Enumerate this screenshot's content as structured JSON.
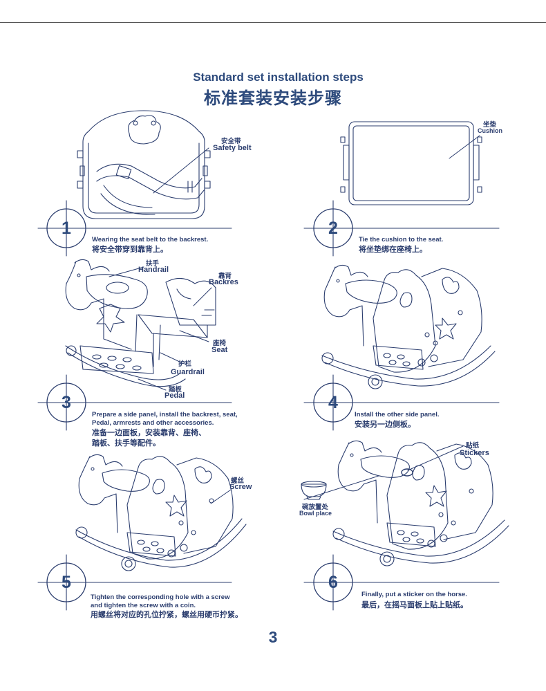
{
  "header": {
    "title_en": "Standard set installation steps",
    "title_zh": "标准套装安装步骤"
  },
  "steps": [
    {
      "number": "1",
      "caption_en": "Wearing the seat belt to the backrest.",
      "caption_zh": "将安全带穿到靠背上。",
      "labels": [
        {
          "zh": "安全带",
          "en": "Safety belt"
        }
      ]
    },
    {
      "number": "2",
      "caption_en": "Tie the cushion to the seat.",
      "caption_zh": "将坐垫绑在座椅上。",
      "labels": [
        {
          "zh": "坐垫",
          "en": "Cushion"
        }
      ]
    },
    {
      "number": "3",
      "caption_en_lines": [
        "Prepare a side panel, install the backrest, seat,",
        "Pedal, armrests and other accessories."
      ],
      "caption_zh_lines": [
        "准备一边面板，安装靠背、座椅、",
        "踏板、扶手等配件。"
      ],
      "labels": [
        {
          "zh": "扶手",
          "en": "Handrail"
        },
        {
          "zh": "靠背",
          "en": "Backres"
        },
        {
          "zh": "座椅",
          "en": "Seat"
        },
        {
          "zh": "护栏",
          "en": "Guardrail"
        },
        {
          "zh": "踏板",
          "en": "Pedal"
        }
      ]
    },
    {
      "number": "4",
      "caption_en": "Install the other side panel.",
      "caption_zh": "安装另一边侧板。"
    },
    {
      "number": "5",
      "caption_en_lines": [
        "Tighten the corresponding hole with a screw",
        "and tighten the screw with a coin."
      ],
      "caption_zh": "用螺丝将对应的孔位拧紧，螺丝用硬币拧紧。",
      "labels": [
        {
          "zh": "螺丝",
          "en": "Screw"
        }
      ]
    },
    {
      "number": "6",
      "caption_en": "Finally, put a sticker on the horse.",
      "caption_zh": "最后，在摇马面板上贴上贴纸。",
      "labels": [
        {
          "zh": "贴纸",
          "en": "Stickers"
        },
        {
          "zh": "碗放置处",
          "en": "Bowl place"
        }
      ]
    }
  ],
  "page_number": "3",
  "colors": {
    "ink": "#2b3d6e",
    "title": "#2d4a7c",
    "rule": "#555555",
    "background": "#ffffff"
  }
}
